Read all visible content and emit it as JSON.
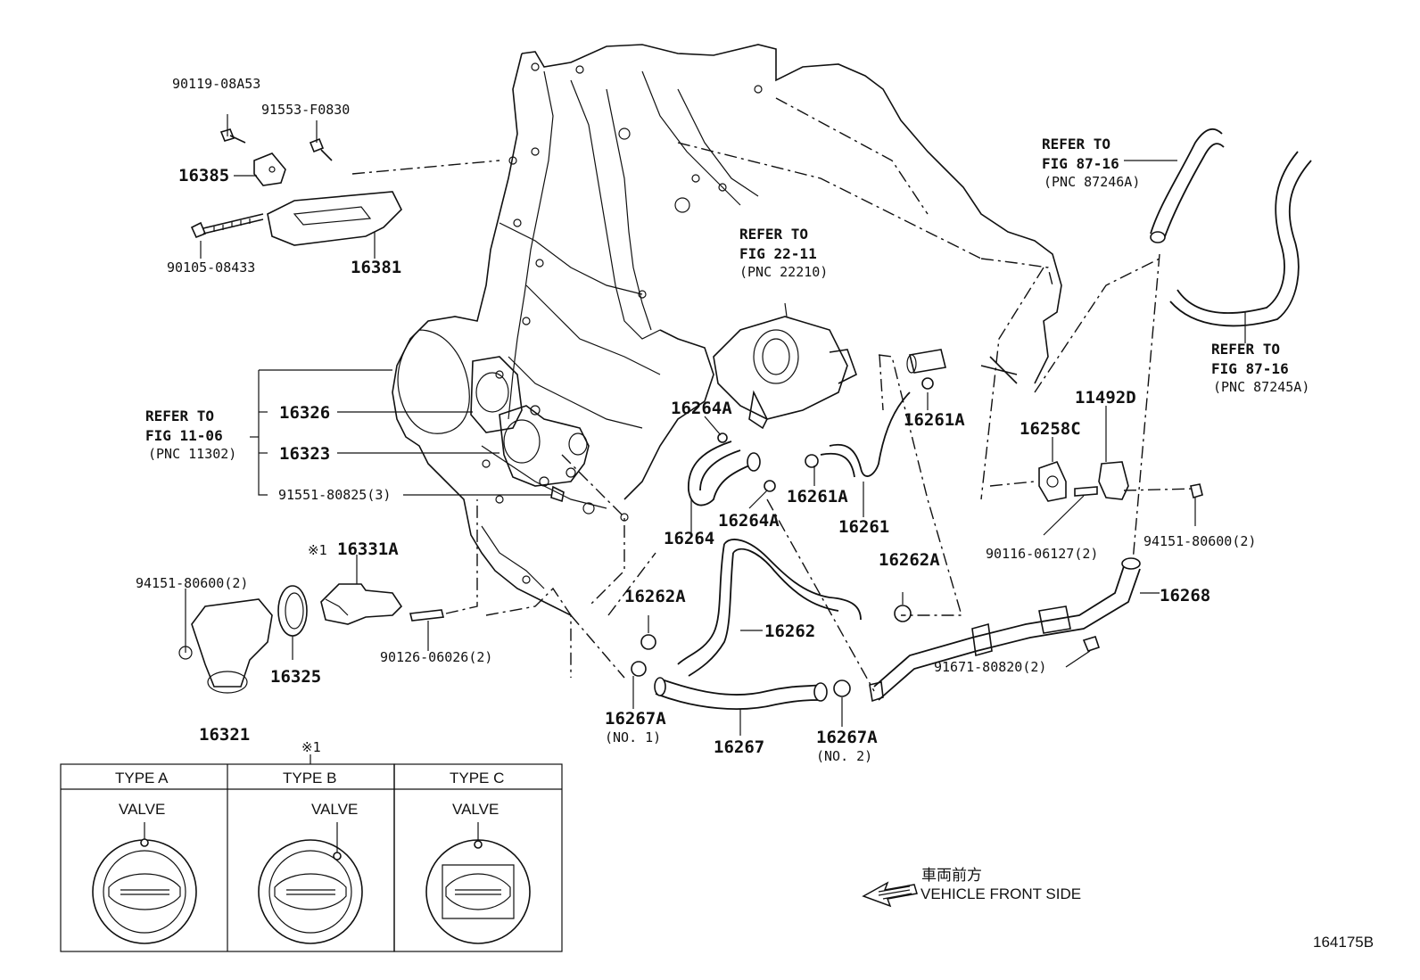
{
  "parts": {
    "p90119": "90119-08A53",
    "p91553": "91553-F0830",
    "p16385": "16385",
    "p16381": "16381",
    "p90105": "90105-08433",
    "p16326": "16326",
    "p16323": "16323",
    "p91551": "91551-80825(3)",
    "p16331A": "16331A",
    "p16331A_mark": "※1",
    "p94151_left": "94151-80600(2)",
    "p16325": "16325",
    "p90126": "90126-06026(2)",
    "p16321": "16321",
    "p16264A_top": "16264A",
    "p16264": "16264",
    "p16264A_bottom": "16264A",
    "p16261A_mid": "16261A",
    "p16261A_right": "16261A",
    "p16261": "16261",
    "p16262A_right": "16262A",
    "p16262A_left": "16262A",
    "p16262": "16262",
    "p16267A_no1": "16267A",
    "p16267A_no1_sub": "(NO. 1)",
    "p16267": "16267",
    "p16267A_no2": "16267A",
    "p16267A_no2_sub": "(NO. 2)",
    "p16258C": "16258C",
    "p11492D": "11492D",
    "p90116": "90116-06127(2)",
    "p94151_right": "94151-80600(2)",
    "p16268": "16268",
    "p91671": "91671-80820(2)"
  },
  "refs": {
    "ref_11_line1": "REFER TO",
    "ref_11_line2": "FIG 11-06",
    "ref_11_line3": "(PNC 11302)",
    "ref_22_line1": "REFER TO",
    "ref_22_line2": "FIG 22-11",
    "ref_22_line3": "(PNC 22210)",
    "ref_87a_line1": "REFER TO",
    "ref_87a_line2": "FIG 87-16",
    "ref_87a_line3": "(PNC 87246A)",
    "ref_87b_line1": "REFER TO",
    "ref_87b_line2": "FIG 87-16",
    "ref_87b_line3": "(PNC 87245A)"
  },
  "type_table": {
    "mark": "※1",
    "columns": [
      {
        "header": "TYPE A",
        "label": "VALVE"
      },
      {
        "header": "TYPE B",
        "label": "VALVE"
      },
      {
        "header": "TYPE C",
        "label": "VALVE"
      }
    ]
  },
  "front_side": {
    "jp": "車両前方",
    "en": "VEHICLE FRONT SIDE",
    "icon": "arrow-left-icon"
  },
  "figure_id": "164175B"
}
